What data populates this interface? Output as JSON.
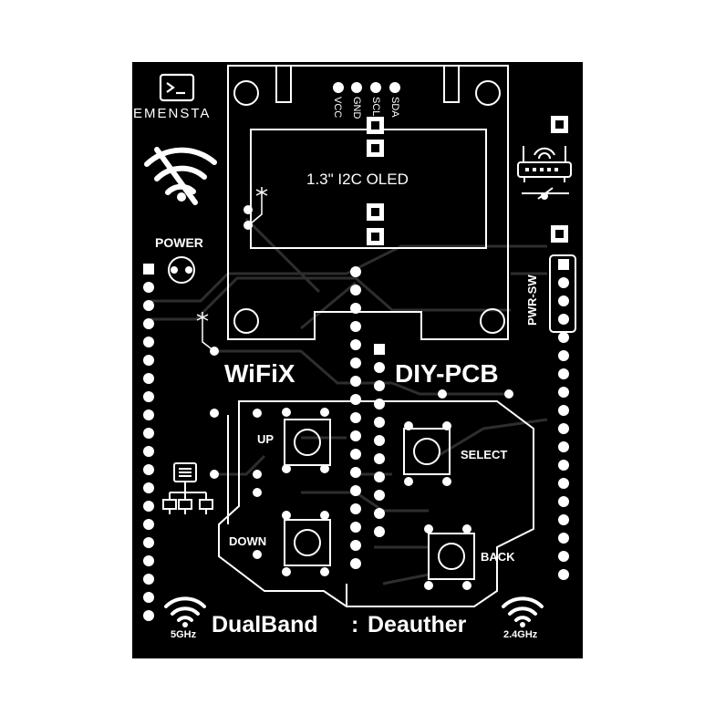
{
  "board": {
    "colors": {
      "board": "#000000",
      "silk": "#ffffff",
      "trace": "#2e2e2e"
    },
    "brand": {
      "name": "EMENSTA",
      "icon": "terminal-icon"
    },
    "oled": {
      "label": "1.3\" I2C OLED",
      "pins": [
        "VCC",
        "GND",
        "SCL",
        "SDA"
      ]
    },
    "labels": {
      "power": "POWER",
      "wifix": "WiFiX",
      "diy_pcb": "DIY-PCB",
      "pwr_sw": "PWR-SW"
    },
    "buttons": {
      "up": "UP",
      "down": "DOWN",
      "select": "SELECT",
      "back": "BACK"
    },
    "footer": {
      "left": "DualBand",
      "separator": ":",
      "right": "Deauther",
      "band_left": "5GHz",
      "band_right": "2.4GHz"
    },
    "icons": [
      "wifi-off-icon",
      "router-icon",
      "network-icon",
      "wifi-icon"
    ]
  }
}
